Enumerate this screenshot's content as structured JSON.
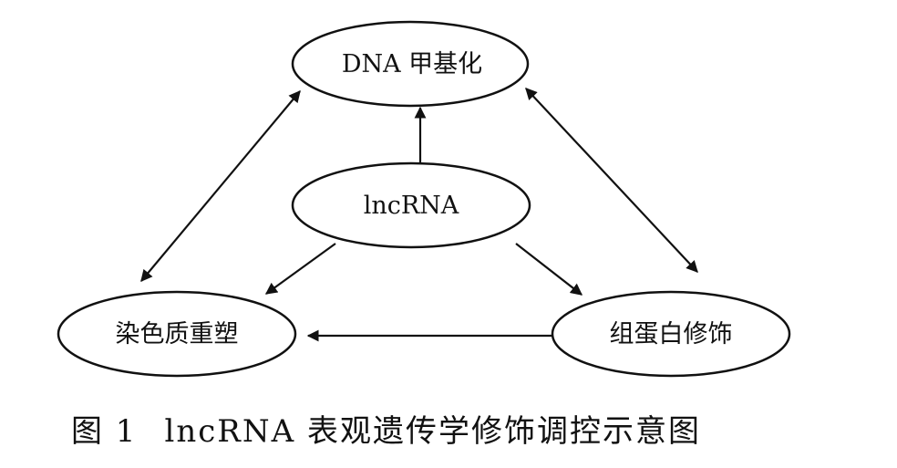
{
  "nodes": {
    "dna_methylation": "DNA 甲基化",
    "lncrna": "lncRNA",
    "chromatin_remodeling": "染色质重塑",
    "histone_modification": "组蛋白修饰"
  },
  "caption": {
    "number": "图 1",
    "text": "lncRNA 表观遗传学修饰调控示意图"
  },
  "colors": {
    "stroke": "#111111",
    "background": "#ffffff"
  }
}
